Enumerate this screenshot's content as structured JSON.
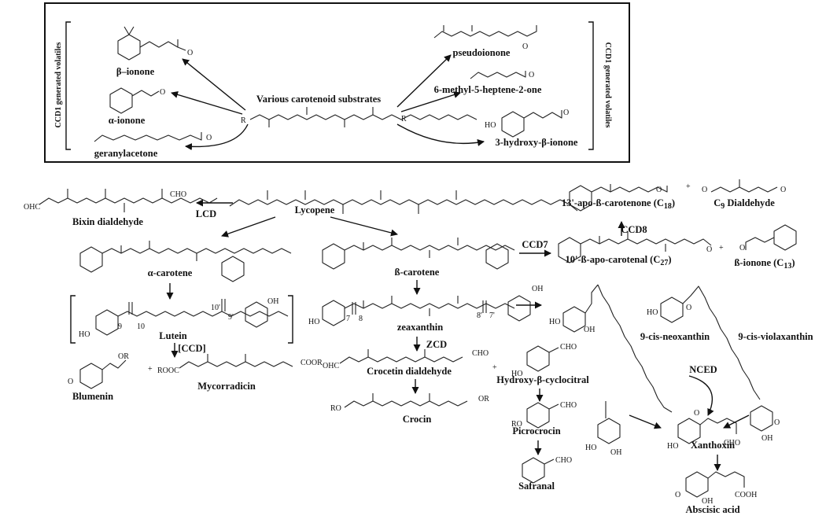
{
  "box": {
    "title": "Various carotenoid substrates",
    "side_label_left": "CCD1 generated volatiles",
    "side_label_right": "CCD1 generated volatiles",
    "substrate_r_left": "R",
    "substrate_r_right": "R",
    "products_left": [
      "β–ionone",
      "α-ionone",
      "geranylacetone"
    ],
    "products_right": [
      "pseudoionone",
      "6-methyl-5-heptene-2-one",
      "3-hydroxy-β-ionone"
    ],
    "oxo": "O",
    "ho": "HO"
  },
  "compounds": {
    "lycopene": "Lycopene",
    "bixin_dialdehyde": "Bixin dialdehyde",
    "alpha_carotene": "α-carotene",
    "beta_carotene": "ß-carotene",
    "lutein": "Lutein",
    "zeaxanthin": "zeaxanthin",
    "blumenin": "Blumenin",
    "mycorradicin": "Mycorradicin",
    "crocetin_dialdehyde": "Crocetin dialdehyde",
    "crocin": "Crocin",
    "hydroxy_cyclocitral": "Hydroxy-β-cyclocitral",
    "picrocrocin": "Picrocrocin",
    "safranal": "Safranal",
    "apo_carotenal": "10'-ß-apo-carotenal (C",
    "apo_carotenal_sub": "27",
    "beta_ionone_c13": "ß-ionone (C",
    "beta_ionone_c13_sub": "13",
    "apo_carotenone": "13'-apo-ß-carotenone (C",
    "apo_carotenone_sub": "18",
    "c9_dialdehyde_prefix": "C",
    "c9_dialdehyde_sub": "9",
    "c9_dialdehyde_suffix": " Dialdehyde",
    "neoxanthin": "9-cis-neoxanthin",
    "violaxanthin": "9-cis-violaxanthin",
    "xanthoxin": "Xanthoxin",
    "abscisic_acid": "Abscisic acid"
  },
  "enzymes": {
    "lcd": "LCD",
    "ccd7": "CCD7",
    "ccd8": "CCD8",
    "zcd": "ZCD",
    "ccd": "[CCD]",
    "nced": "NCED"
  },
  "groups": {
    "cho": "CHO",
    "ohc": "OHC",
    "cooh": "COOH",
    "cooR": "COOR",
    "rooc": "ROOC",
    "or": "OR",
    "oh": "OH",
    "ho": "HO",
    "ro": "RO",
    "o": "O",
    "plus": "+"
  },
  "numbering": {
    "lutein": [
      "9",
      "10",
      "10'",
      "9'"
    ],
    "zeaxanthin": [
      "7",
      "8",
      "8'",
      "7'"
    ]
  }
}
